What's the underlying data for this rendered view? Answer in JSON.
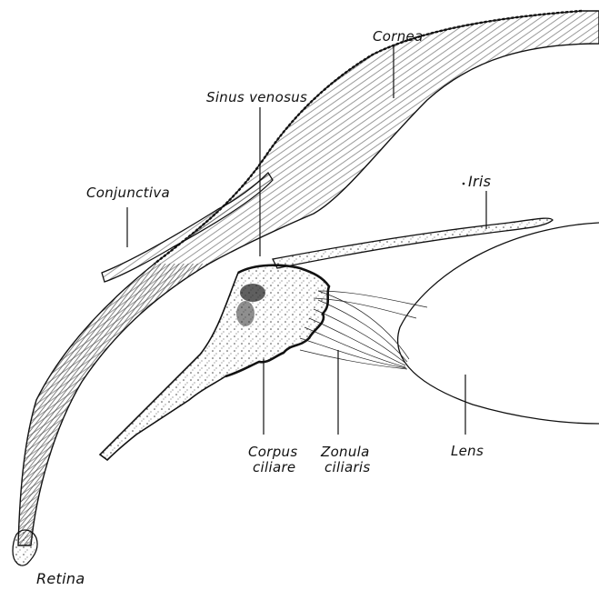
{
  "labels": {
    "cornea": "Cornea",
    "sinus_venosus": "Sinus venosus",
    "conjunctiva": "Conjunctiva",
    "iris": "Iris",
    "corpus_ciliare_line1": "Corpus",
    "corpus_ciliare_line2": "ciliare",
    "zonula_ciliaris_line1": "Zonula",
    "zonula_ciliaris_line2": "ciliaris",
    "lens": "Lens",
    "retina": "Retina"
  },
  "colors": {
    "ink": "#111111",
    "tissue_dark": "#2a2a2a",
    "tissue_mid": "#7a7a7a",
    "tissue_light": "#b8b8b8",
    "background": "#ffffff"
  }
}
